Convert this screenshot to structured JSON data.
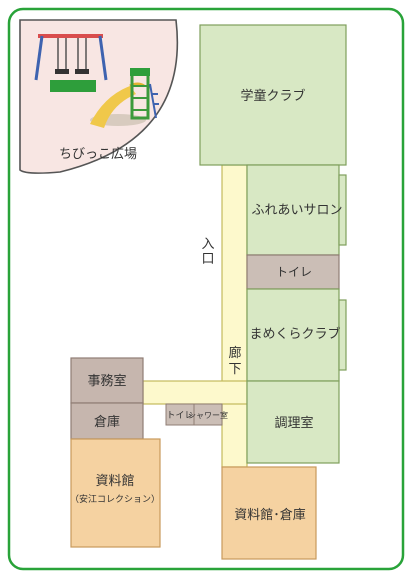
{
  "colors": {
    "frame": "#29a339",
    "background": "#ffffff",
    "playground": "#f8e6e3",
    "club_room": "#d8e8c4",
    "room_border": "#7f9f5c",
    "corridor": "#fdf9cc",
    "corridor_border": "#c4ba5c",
    "office": "#c6b6ae",
    "office_border": "#8f7d74",
    "archive": "#f5d2a1",
    "archive_border": "#c79a5c",
    "toilet": "#cbbeb6",
    "text": "#333333"
  },
  "rooms": {
    "playground": "ちびっこ広場",
    "gakudo_club": "学童クラブ",
    "fureai_salon": "ふれあいサロン",
    "toilet_right": "トイレ",
    "mamekura_club": "まめくらクラブ",
    "cooking_room": "調理室",
    "office": "事務室",
    "storage": "倉庫",
    "toilet_small": "トイレ",
    "shower_room": "シャワー室",
    "archive": "資料館",
    "archive_sub": "（安江コレクション）",
    "archive_storage": "資料館･倉庫"
  },
  "labels": {
    "entrance_char_1": "入",
    "entrance_char_2": "口",
    "corridor_char_1": "廊",
    "corridor_char_2": "下"
  }
}
